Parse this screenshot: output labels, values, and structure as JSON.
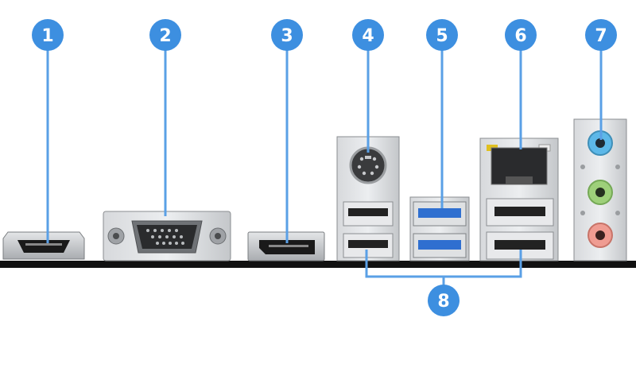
{
  "colors": {
    "accent": "#3d8fe0",
    "leader_line": "#5aa0e6",
    "board_edge": "#111111",
    "metal": "#c9cbce",
    "usb3_blue": "#2f6fd0",
    "jack_blue": "#5db8e8",
    "jack_green": "#9ed07a",
    "jack_pink": "#ef9c92",
    "ps2_purple": "#555555"
  },
  "callouts": [
    {
      "id": "1",
      "label": "1"
    },
    {
      "id": "2",
      "label": "2"
    },
    {
      "id": "3",
      "label": "3"
    },
    {
      "id": "4",
      "label": "4"
    },
    {
      "id": "5",
      "label": "5"
    },
    {
      "id": "6",
      "label": "6"
    },
    {
      "id": "7",
      "label": "7"
    },
    {
      "id": "8",
      "label": "8"
    }
  ],
  "icons": {
    "hdmi": "hdmi-port-icon",
    "vga": "vga-port-icon",
    "displayport": "displayport-icon",
    "ps2": "ps2-port-icon",
    "usb3": "usb3-port-icon",
    "lan": "lan-port-icon",
    "audio": "audio-jack-icon",
    "usb2": "usb2-port-icon"
  }
}
